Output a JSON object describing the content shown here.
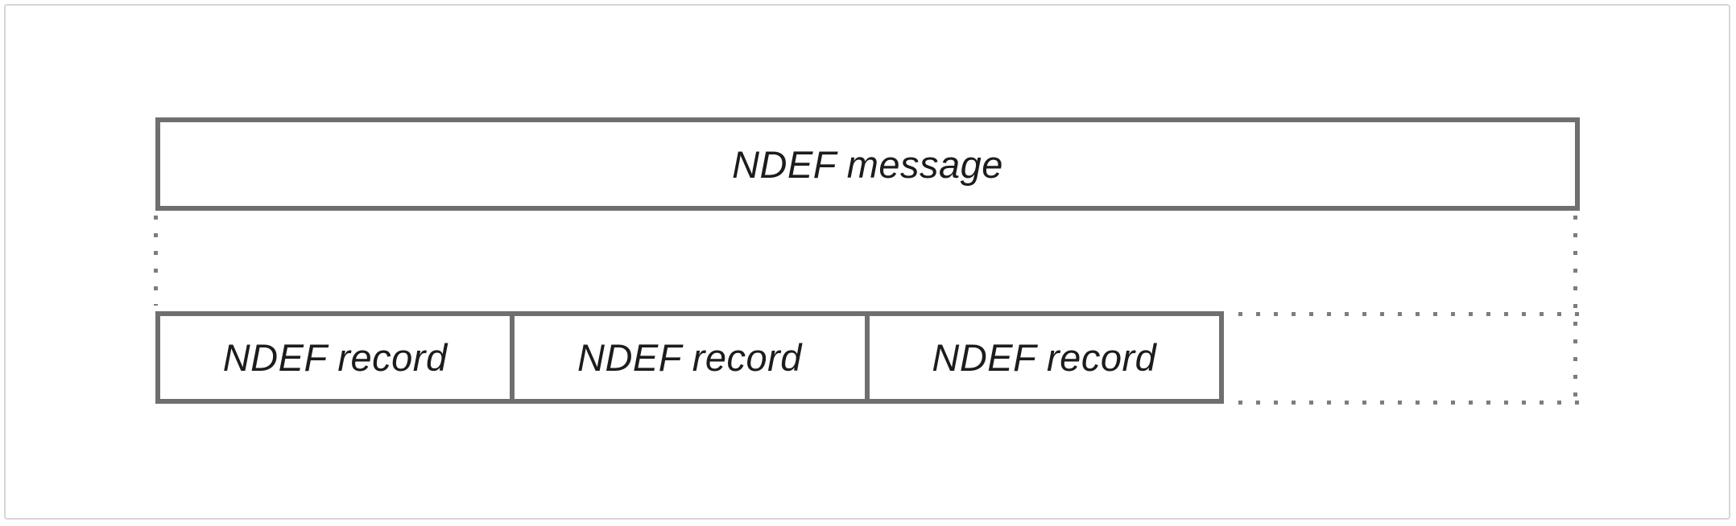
{
  "diagram": {
    "message_box": {
      "label": "NDEF message"
    },
    "records": [
      {
        "label": "NDEF record"
      },
      {
        "label": "NDEF record"
      },
      {
        "label": "NDEF record"
      }
    ]
  },
  "colors": {
    "background": "#ffffff",
    "frame-border": "#d6d6d6",
    "box-border": "#6f6f6f",
    "dot": "#7d7d7d",
    "text": "#1c1c1c"
  }
}
